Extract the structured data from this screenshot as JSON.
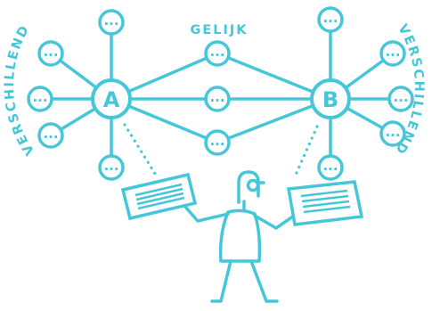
{
  "labels": {
    "top": "GELIJK",
    "left": "VERSCHILLEND",
    "right": "VERSCHILLEND"
  },
  "hubs": {
    "a": "A",
    "b": "B"
  },
  "bubble_text": "...",
  "colors": {
    "accent": "#45C6D9",
    "background": "#ffffff"
  }
}
